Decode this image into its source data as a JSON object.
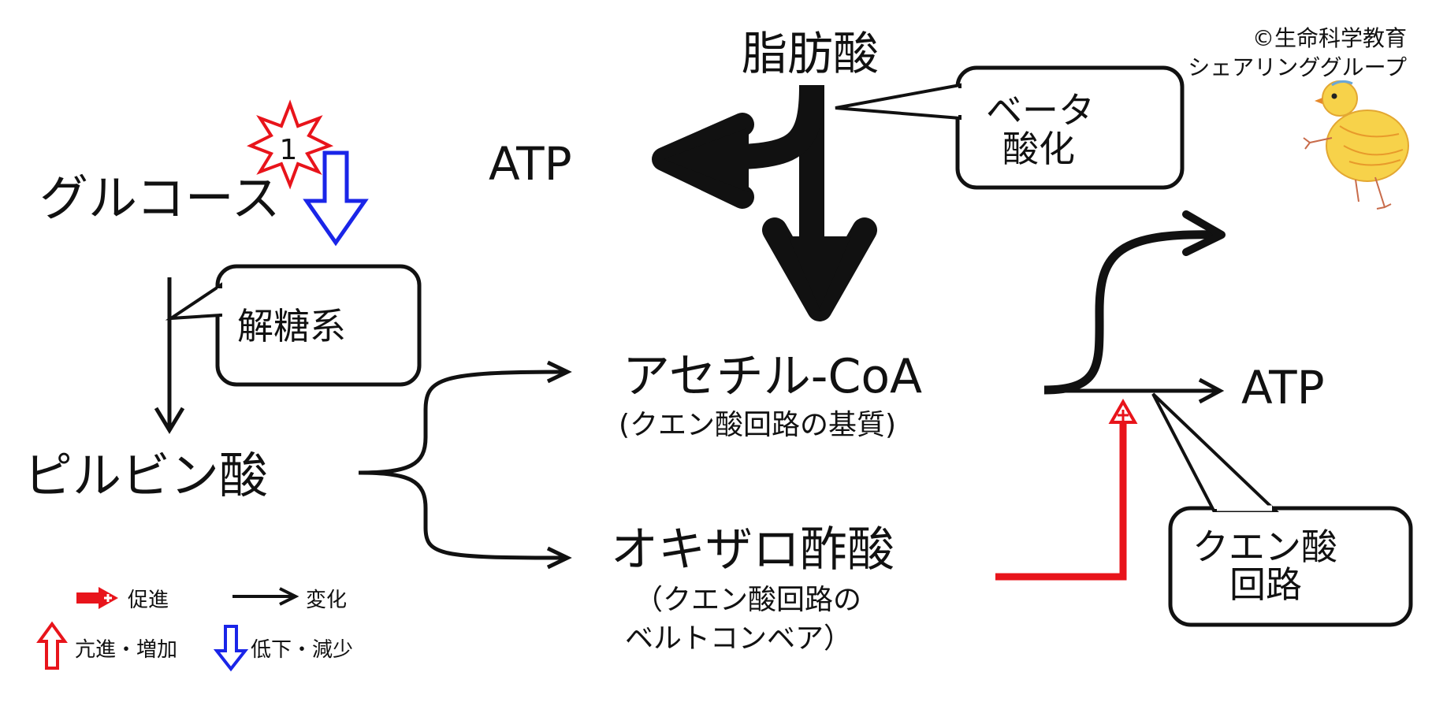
{
  "copyright": {
    "line1": "©生命科学教育",
    "line2": "シェアリンググループ"
  },
  "nodes": {
    "fatty_acid": "脂肪酸",
    "atp_left": "ATP",
    "glucose": "グルコース",
    "pyruvate": "ピルビン酸",
    "acetyl_coa": "アセチル-CoA",
    "acetyl_coa_note": "(クエン酸回路の基質)",
    "oxaloacetate": "オキザロ酢酸",
    "oxaloacetate_note_1": "（クエン酸回路の",
    "oxaloacetate_note_2": "ベルトコンベア）",
    "atp_right": "ATP"
  },
  "callouts": {
    "beta_oxidation_1": "ベータ",
    "beta_oxidation_2": "酸化",
    "glycolysis": "解糖系",
    "tca_1": "クエン酸",
    "tca_2": "回路"
  },
  "markers": {
    "burst_number": "1"
  },
  "legend": {
    "promote": "促進",
    "change": "変化",
    "increase": "亢進・増加",
    "decrease": "低下・減少"
  },
  "colors": {
    "promote": "#e8141b",
    "decrease": "#1a25e8",
    "ink": "#111111"
  }
}
